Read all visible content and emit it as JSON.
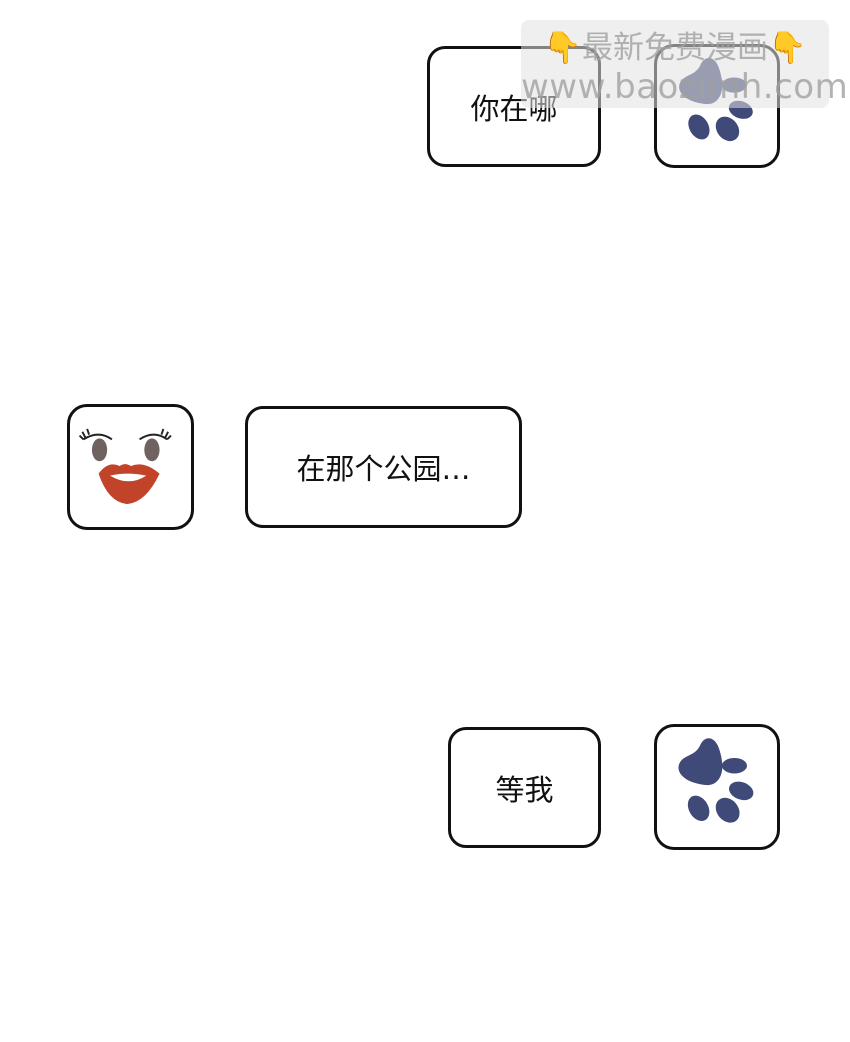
{
  "messages": [
    {
      "side": "right",
      "text": "你在哪",
      "avatar": "paw-icon"
    },
    {
      "side": "left",
      "text": "在那个公园…",
      "avatar": "lips-face-icon"
    },
    {
      "side": "right",
      "text": "等我",
      "avatar": "paw-icon"
    }
  ],
  "watermark": {
    "line1": "最新免费漫画",
    "line2": "www.baozimh.com",
    "hand_icon": "👇"
  },
  "colors": {
    "paw": "#3f4a78",
    "lips": "#c0432a",
    "eyes": "#6e6360"
  }
}
